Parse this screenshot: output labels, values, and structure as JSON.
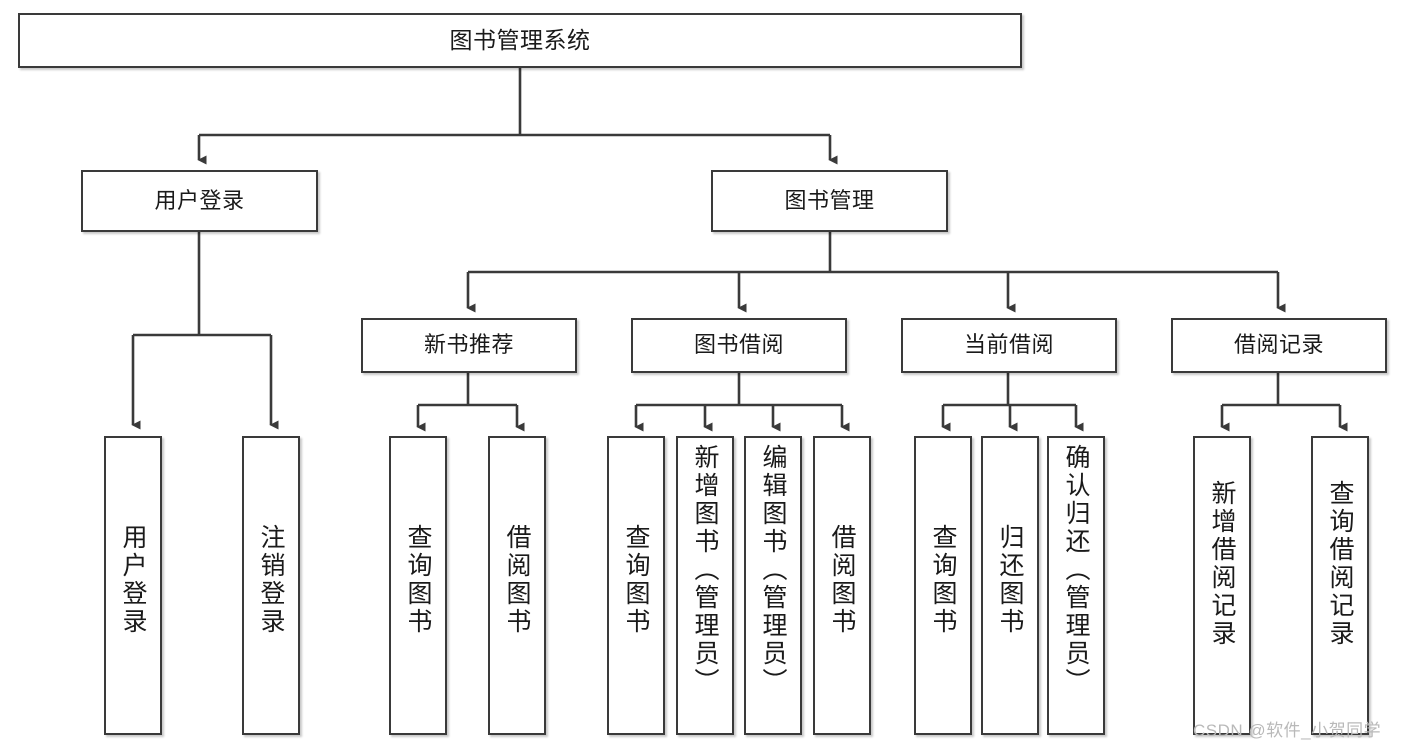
{
  "diagram": {
    "title": "图书管理系统",
    "type": "tree-hierarchy-diagram",
    "root": {
      "id": "root",
      "label": "图书管理系统"
    },
    "level1": [
      {
        "id": "login",
        "label": "用户登录"
      },
      {
        "id": "bookmgmt",
        "label": "图书管理"
      }
    ],
    "level2": [
      {
        "id": "newbook",
        "label": "新书推荐",
        "parent": "bookmgmt"
      },
      {
        "id": "borrow",
        "label": "图书借阅",
        "parent": "bookmgmt"
      },
      {
        "id": "current",
        "label": "当前借阅",
        "parent": "bookmgmt"
      },
      {
        "id": "record",
        "label": "借阅记录",
        "parent": "bookmgmt"
      }
    ],
    "leaves": [
      {
        "id": "leaf-user-login",
        "label": "用户登录",
        "parent": "login"
      },
      {
        "id": "leaf-user-logout",
        "label": "注销登录",
        "parent": "login"
      },
      {
        "id": "leaf-query-book-1",
        "label": "查询图书",
        "parent": "newbook"
      },
      {
        "id": "leaf-borrow-book-1",
        "label": "借阅图书",
        "parent": "newbook"
      },
      {
        "id": "leaf-query-book-2",
        "label": "查询图书",
        "parent": "borrow"
      },
      {
        "id": "leaf-add-book",
        "label": "新增图书（管理员）",
        "parent": "borrow"
      },
      {
        "id": "leaf-edit-book",
        "label": "编辑图书（管理员）",
        "parent": "borrow"
      },
      {
        "id": "leaf-borrow-book-2",
        "label": "借阅图书",
        "parent": "borrow"
      },
      {
        "id": "leaf-query-book-3",
        "label": "查询图书",
        "parent": "current"
      },
      {
        "id": "leaf-return-book",
        "label": "归还图书",
        "parent": "current"
      },
      {
        "id": "leaf-confirm-return",
        "label": "确认归还（管理员）",
        "parent": "current"
      },
      {
        "id": "leaf-add-record",
        "label": "新增借阅记录",
        "parent": "record"
      },
      {
        "id": "leaf-query-record",
        "label": "查询借阅记录",
        "parent": "record"
      }
    ],
    "colors": {
      "stroke": "#3a3a3a",
      "fill": "#ffffff",
      "text": "#1a1a1a",
      "watermark": "#b9b9b9"
    }
  },
  "watermark": {
    "text": "CSDN @软件_小贺同学"
  }
}
